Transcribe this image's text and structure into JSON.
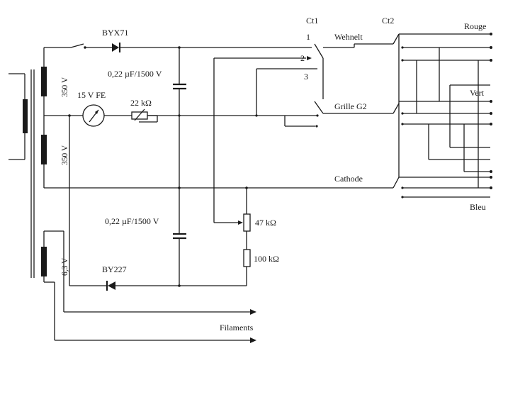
{
  "labels": {
    "diode_top": "BYX71",
    "cap_top": "0,22 µF/1500 V",
    "meter": "15 V FE",
    "res_22k": "22 kΩ",
    "winding_1": "350 V",
    "winding_2": "350 V",
    "winding_3": "6,3 V",
    "cap_bottom": "0,22 µF/1500 V",
    "diode_bottom": "BY227",
    "res_47k": "47 kΩ",
    "res_100k": "100 kΩ",
    "filaments": "Filaments",
    "ct1": "Ct1",
    "ct2": "Ct2",
    "pos_1": "1",
    "pos_2": "2",
    "pos_3": "3",
    "wehnelt": "Wehnelt",
    "grille": "Grille G2",
    "cathode": "Cathode",
    "rouge": "Rouge",
    "vert": "Vert",
    "bleu": "Bleu"
  }
}
